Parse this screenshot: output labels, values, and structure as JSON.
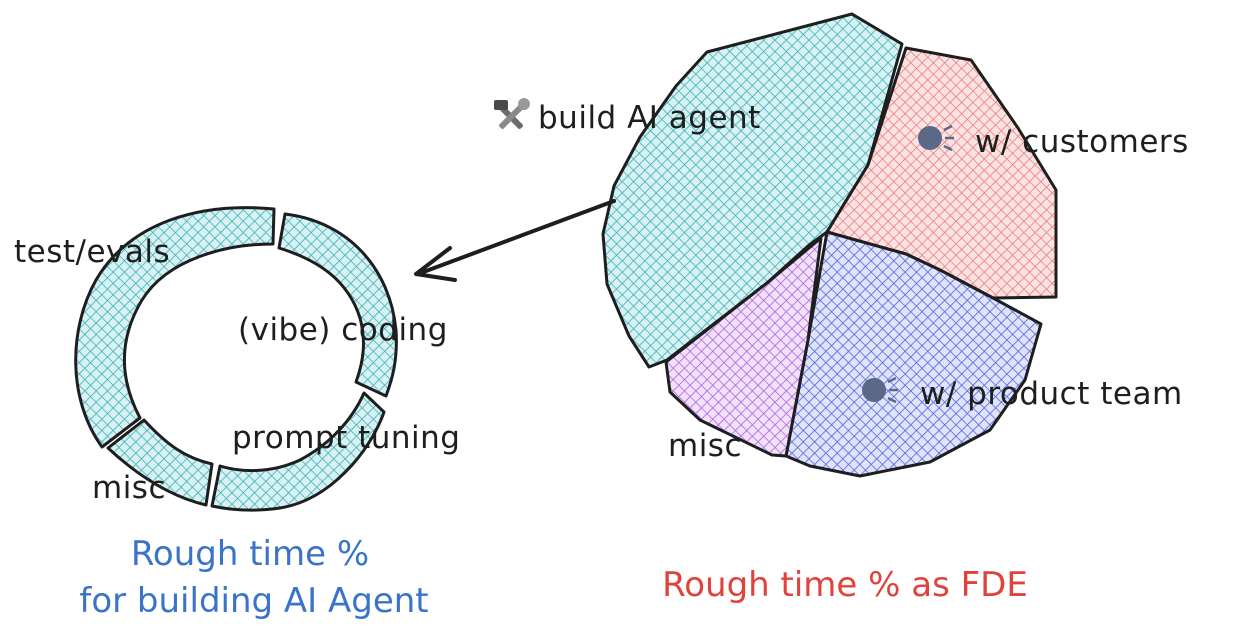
{
  "pie": {
    "slices": [
      {
        "label": "build AI agent",
        "icon": "hammer-and-wrench-icon",
        "color": "#3ab0b8"
      },
      {
        "label": "w/ customers",
        "icon": "speaking-head-icon",
        "color": "#f08a8a"
      },
      {
        "label": "w/ product team",
        "icon": "speaking-head-icon",
        "color": "#5a6fe0"
      },
      {
        "label": "misc",
        "icon": "",
        "color": "#b36be0"
      }
    ],
    "caption": "Rough time % as FDE"
  },
  "ring": {
    "segments": [
      {
        "label": "test/evals"
      },
      {
        "label": "(vibe) coding"
      },
      {
        "label": "prompt tuning"
      },
      {
        "label": "misc"
      }
    ],
    "color": "#3ab0b8",
    "caption_line1": "Rough time %",
    "caption_line2": "for building AI Agent"
  },
  "colors": {
    "teal": "#3ab0b8",
    "red": "#f08a8a",
    "blue": "#5a6fe0",
    "purple": "#b36be0",
    "caption_blue": "#3a74c8",
    "caption_red": "#e0433c"
  }
}
